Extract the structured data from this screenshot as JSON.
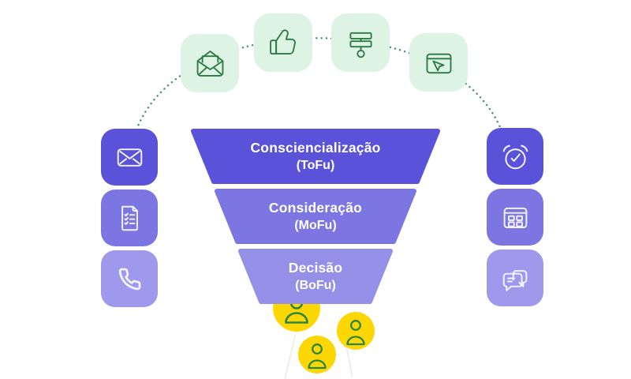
{
  "palette": {
    "background": "#ffffff",
    "green_tile_bg": "#ddf3e3",
    "green_icon_stroke": "#2c7a45",
    "dotted_line": "#3f9463",
    "funnel_text": "#ffffff",
    "spout_outline": "#e9e9e9"
  },
  "top_row": {
    "items": [
      {
        "icon": "open-envelope-icon"
      },
      {
        "icon": "thumbs-up-icon"
      },
      {
        "icon": "flow-nodes-icon"
      },
      {
        "icon": "browser-cursor-icon"
      }
    ]
  },
  "left_column": {
    "items": [
      {
        "icon": "closed-envelope-icon",
        "color": "#5a53d9"
      },
      {
        "icon": "checklist-document-icon",
        "color": "#7b76e2"
      },
      {
        "icon": "phone-icon",
        "color": "#9e99ec"
      }
    ]
  },
  "right_column": {
    "items": [
      {
        "icon": "alarm-clock-icon",
        "color": "#5a53d9"
      },
      {
        "icon": "grid-window-icon",
        "color": "#7b76e2"
      },
      {
        "icon": "chat-bubbles-icon",
        "color": "#9e99ec"
      }
    ]
  },
  "funnel": {
    "stages": [
      {
        "title": "Consciencialização",
        "subtitle": "(ToFu)",
        "color": "#5a53d9"
      },
      {
        "title": "Consideração",
        "subtitle": "(MoFu)",
        "color": "#7b76e2"
      },
      {
        "title": "Decisão",
        "subtitle": "(BoFu)",
        "color": "#9490e8"
      }
    ]
  },
  "leads": {
    "count": 3,
    "bubble_color": "#fdd703",
    "icon": "person-icon",
    "icon_stroke": "#2b8640"
  }
}
